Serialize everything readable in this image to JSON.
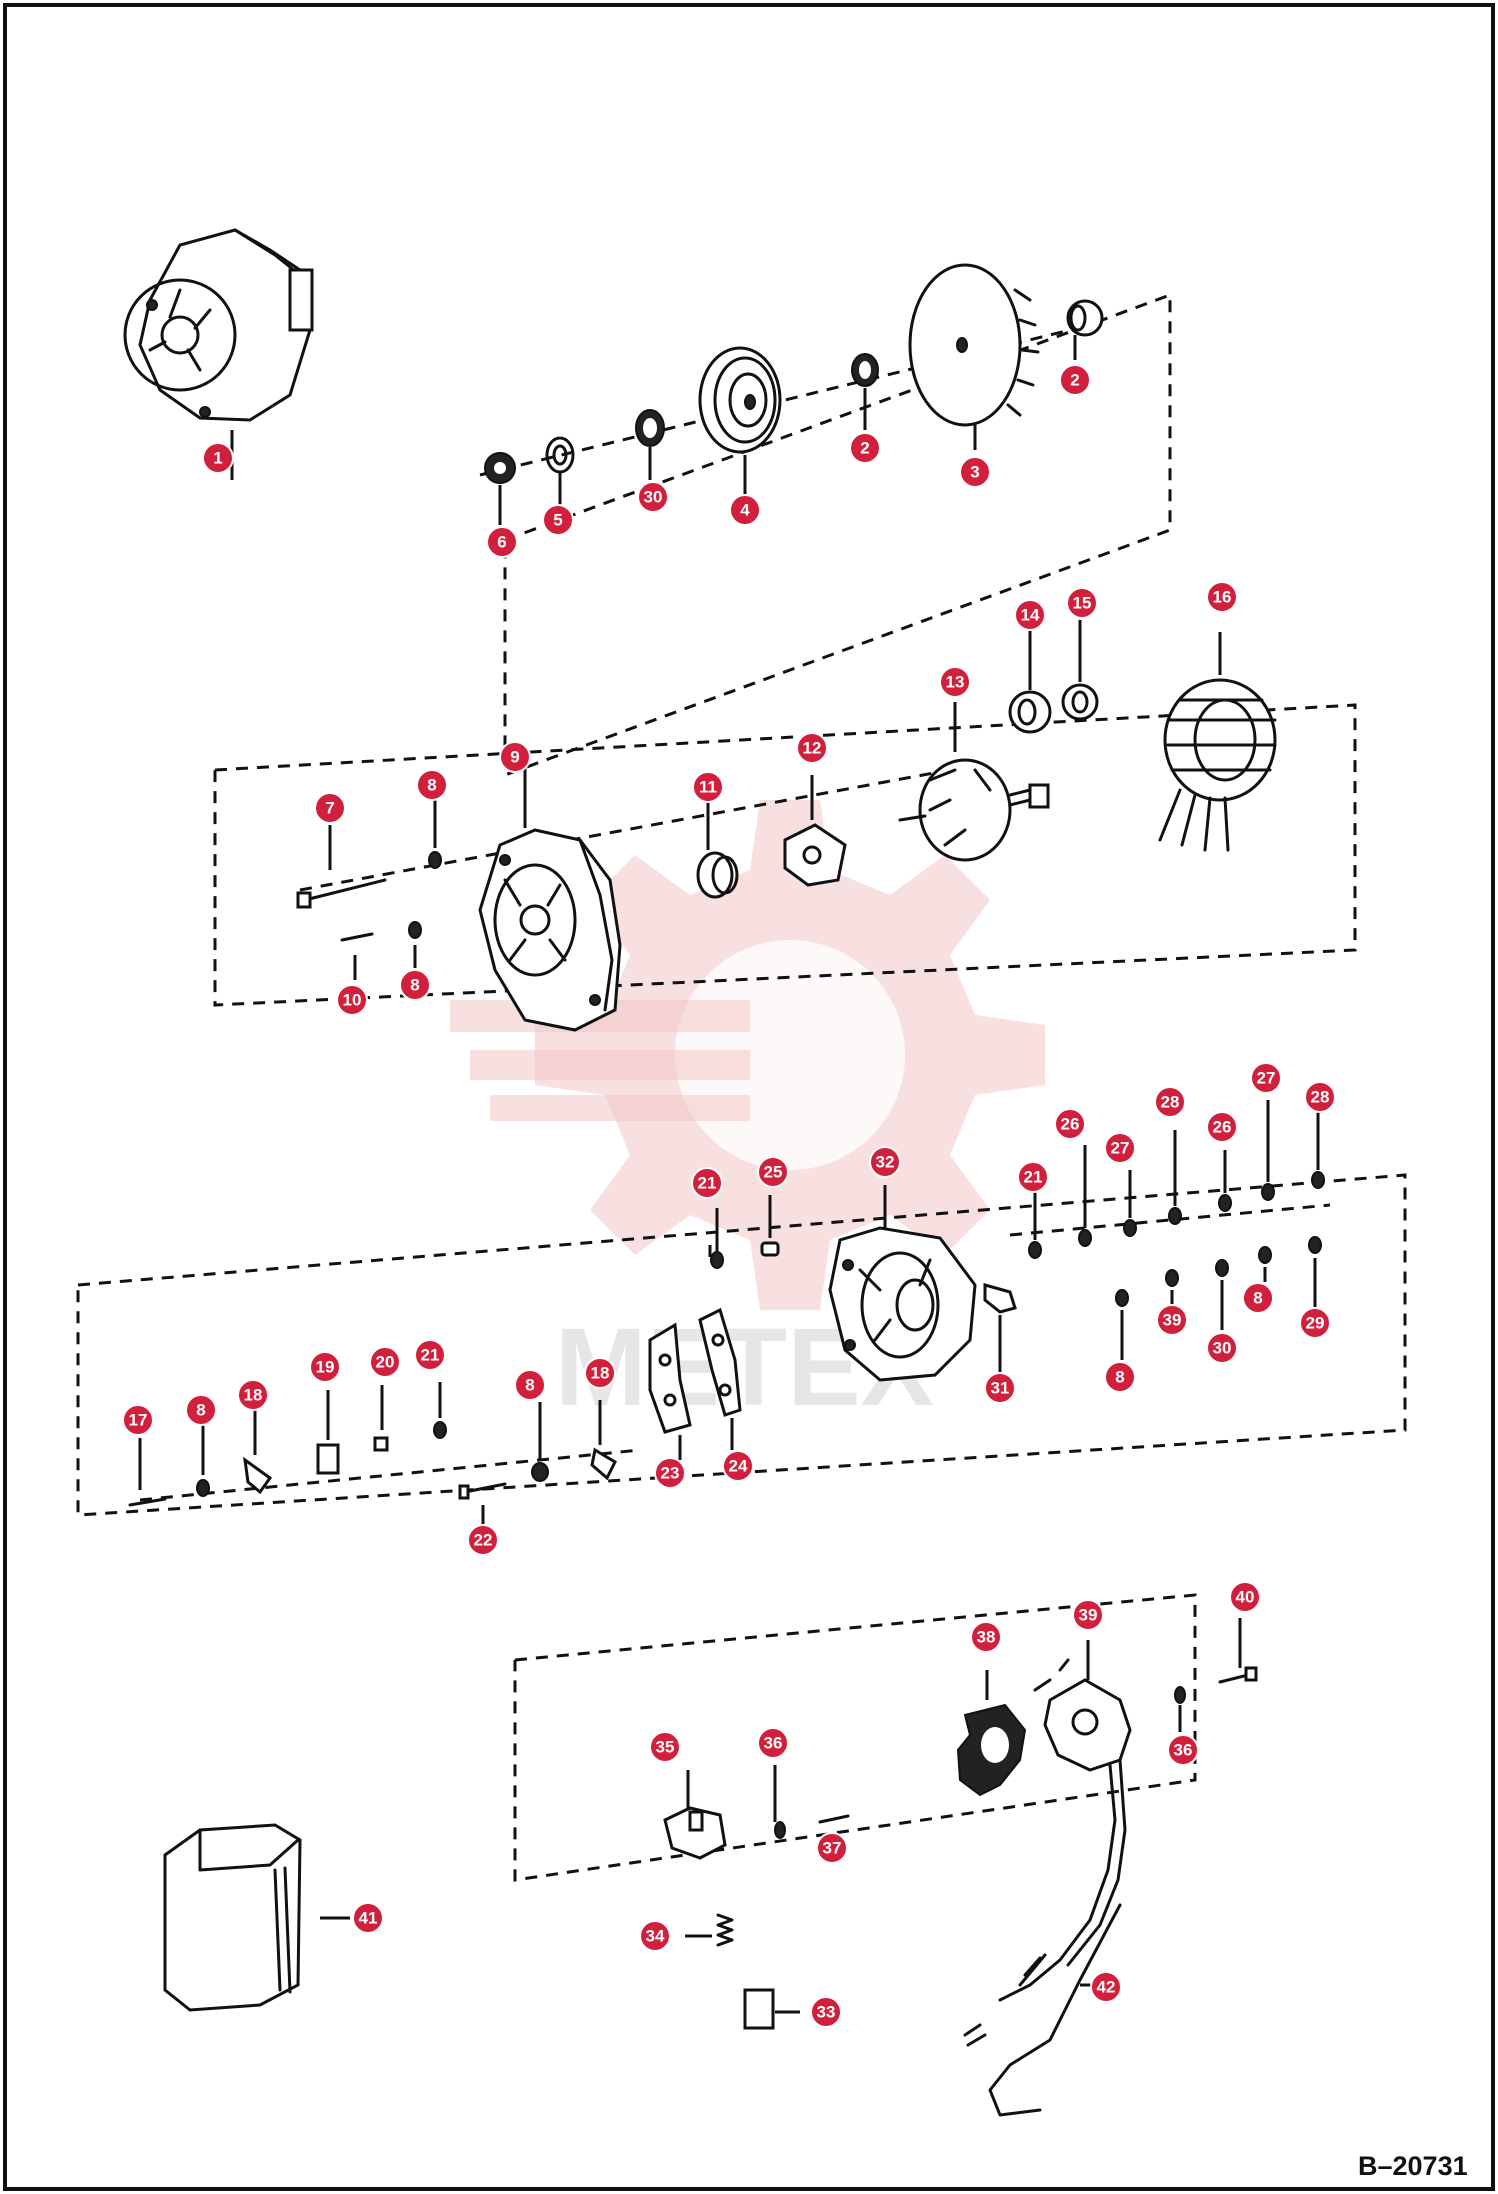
{
  "figure_code": "B–20731",
  "watermark_text": "МЕТЕХ",
  "callouts": [
    "1",
    "2",
    "2",
    "3",
    "4",
    "5",
    "6",
    "30",
    "7",
    "8",
    "8",
    "9",
    "10",
    "11",
    "12",
    "13",
    "14",
    "15",
    "16",
    "17",
    "8",
    "18",
    "19",
    "20",
    "21",
    "8",
    "18",
    "22",
    "23",
    "24",
    "21",
    "25",
    "32",
    "31",
    "21",
    "26",
    "27",
    "28",
    "26",
    "27",
    "28",
    "8",
    "39",
    "30",
    "8",
    "29",
    "35",
    "36",
    "37",
    "34",
    "33",
    "38",
    "39",
    "40",
    "36",
    "41",
    "42"
  ]
}
